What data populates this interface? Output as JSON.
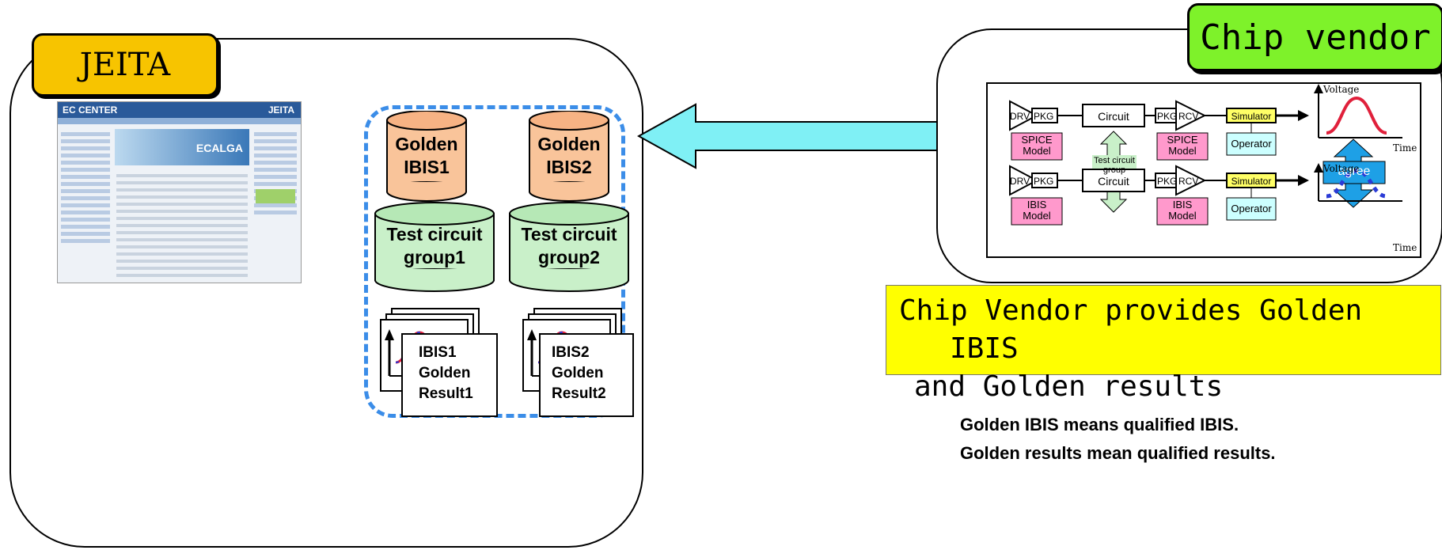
{
  "jeita": {
    "title": "JEITA",
    "website": {
      "logo": "EC CENTER",
      "brand": "JEITA",
      "hero_text": "ECALGA"
    },
    "databases": [
      {
        "line1": "Golden",
        "line2": "IBIS1"
      },
      {
        "line1": "Golden",
        "line2": "IBIS2"
      }
    ],
    "test_groups": [
      {
        "line1": "Test circuit",
        "line2": "group1"
      },
      {
        "line1": "Test circuit",
        "line2": "group2"
      }
    ],
    "results": [
      {
        "line1": "IBIS1",
        "line2": "Golden",
        "line3": "Result1"
      },
      {
        "line1": "IBIS2",
        "line2": "Golden",
        "line3": "Result2"
      }
    ]
  },
  "vendor": {
    "title": "Chip vendor",
    "flow": {
      "drv": "DRV",
      "pkg": "PKG",
      "circuit": "Circuit",
      "rcv": "RCV",
      "simulator": "Simulator",
      "operator": "Operator",
      "spice_model_l1": "SPICE",
      "spice_model_l2": "Model",
      "ibis_model_l1": "IBIS",
      "ibis_model_l2": "Model",
      "test_group_l1": "Test circuit",
      "test_group_l2": "group",
      "agree": "agree",
      "voltage": "Voltage",
      "time": "Time"
    },
    "caption_line1": "Chip Vendor provides Golden",
    "caption_line2": "IBIS",
    "caption_line3": "and Golden results",
    "note1": "Golden IBIS means qualified IBIS.",
    "note2": "Golden results mean qualified results."
  },
  "colors": {
    "jeita_tag": "#f7c400",
    "vendor_tag": "#7ef22a",
    "database": "#f9c49a",
    "test_group": "#c9f0c9",
    "dashed_border": "#3b8de8",
    "arrow": "#7ff0f5",
    "model_box": "#ff99cc",
    "operator_box": "#ccffff",
    "simulator_box": "#ffff66",
    "agree_box": "#1ea0e6",
    "caption_box": "#ffff00"
  }
}
